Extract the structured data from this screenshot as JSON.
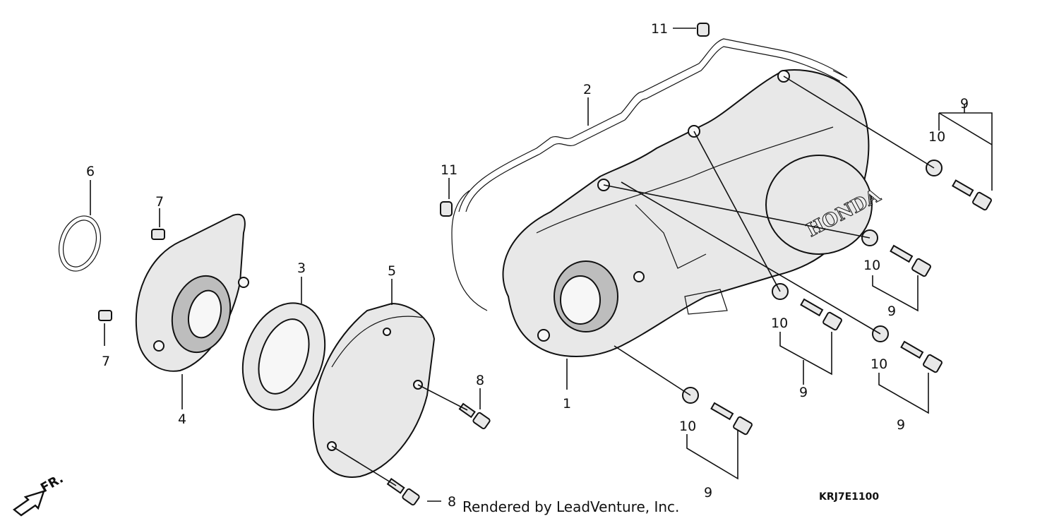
{
  "callouts": {
    "c1": "1",
    "c2": "2",
    "c3": "3",
    "c4": "4",
    "c5": "5",
    "c6": "6",
    "c7a": "7",
    "c7b": "7",
    "c8a": "8",
    "c8b": "8",
    "c9a": "9",
    "c9b": "9",
    "c9c": "9",
    "c9d": "9",
    "c9e": "9",
    "c10a": "10",
    "c10b": "10",
    "c10c": "10",
    "c10d": "10",
    "c10e": "10",
    "c11a": "11",
    "c11b": "11"
  },
  "brand_mark": "HONDA",
  "front_indicator": "FR.",
  "credit": "Rendered by LeadVenture, Inc.",
  "diagram_code": "KRJ7E1100"
}
